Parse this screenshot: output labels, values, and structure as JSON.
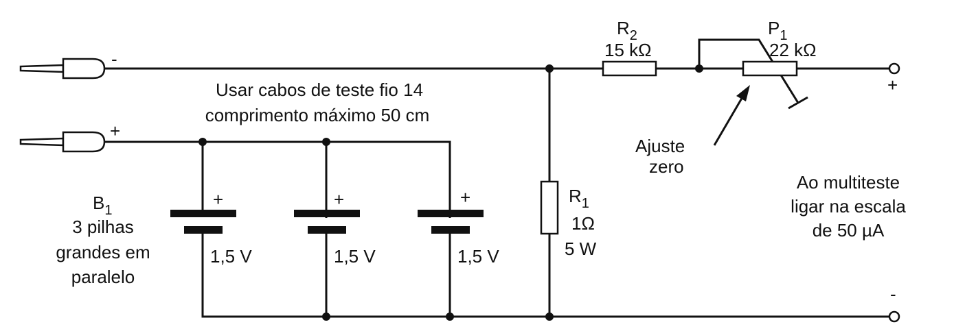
{
  "probes": {
    "negative_sign": "-",
    "positive_sign": "+"
  },
  "note": {
    "line1": "Usar cabos de teste fio 14",
    "line2": "comprimento máximo 50 cm"
  },
  "battery_bank": {
    "name": "B",
    "sub": "1",
    "desc": [
      "3 pilhas",
      "grandes em",
      "paralelo"
    ],
    "cells": [
      {
        "plus": "+",
        "voltage": "1,5 V"
      },
      {
        "plus": "+",
        "voltage": "1,5 V"
      },
      {
        "plus": "+",
        "voltage": "1,5 V"
      }
    ]
  },
  "r1": {
    "name": "R",
    "sub": "1",
    "value": "1Ω",
    "power": "5 W"
  },
  "r2": {
    "name": "R",
    "sub": "2",
    "value": "15 kΩ"
  },
  "p1": {
    "name": "P",
    "sub": "1",
    "value": "22 kΩ"
  },
  "zero_adjust": {
    "line1": "Ajuste",
    "line2": "zero"
  },
  "output": {
    "plus": "+",
    "minus": "-",
    "line1": "Ao multiteste",
    "line2": "ligar na escala",
    "line3": "de 50 µA"
  }
}
